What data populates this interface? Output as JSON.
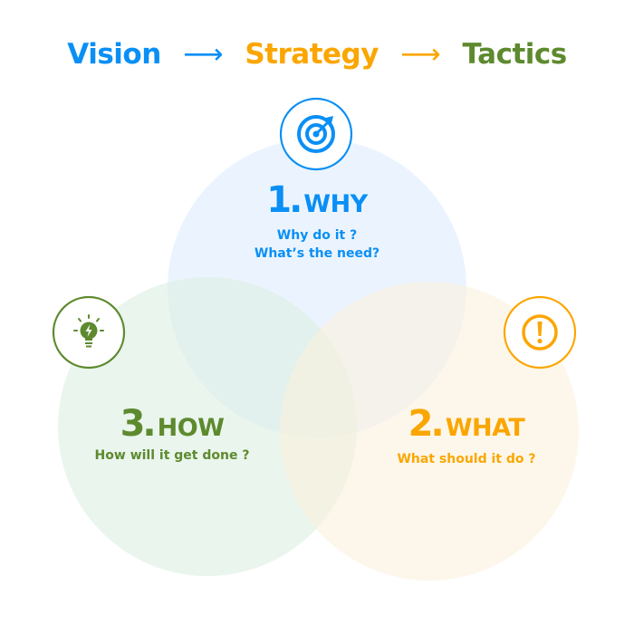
{
  "title": {
    "parts": [
      {
        "text": "Vision",
        "color": "#0a8ff5"
      },
      {
        "text": "Strategy",
        "color": "#fba600"
      },
      {
        "text": "Tactics",
        "color": "#5d8a2e"
      }
    ],
    "arrow_glyph": "⟶"
  },
  "colors": {
    "blue": "#0a8ff5",
    "orange": "#fba600",
    "green": "#5d8a2e",
    "blue_fill": "#eaf4fe",
    "green_fill": "#e8f5ec",
    "orange_fill": "#fdf7ea"
  },
  "sets": [
    {
      "id": "why",
      "number": "1.",
      "word": "WHY",
      "lines": [
        "Why do it ?",
        "What’s the need?"
      ],
      "icon": "target-icon",
      "color": "#0a8ff5"
    },
    {
      "id": "what",
      "number": "2.",
      "word": "WHAT",
      "lines": [
        "What should it do ?"
      ],
      "icon": "exclamation-icon",
      "color": "#fba600"
    },
    {
      "id": "how",
      "number": "3.",
      "word": "HOW",
      "lines": [
        "How will it get done ?"
      ],
      "icon": "lightbulb-icon",
      "color": "#5d8a2e"
    }
  ]
}
